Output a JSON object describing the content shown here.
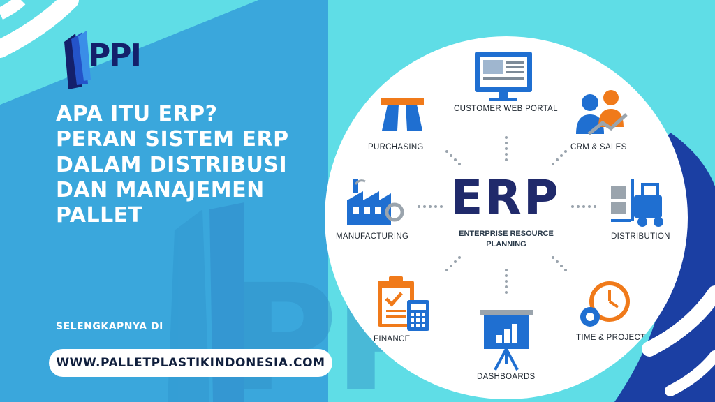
{
  "brand": {
    "logo_text": "PPI",
    "watermark_text": "PPI"
  },
  "headline": {
    "lines": [
      "APA ITU ERP?",
      "PERAN SISTEM ERP",
      "DALAM DISTRIBUSI",
      "DAN MANAJEMEN",
      "PALLET"
    ]
  },
  "cta": {
    "label": "SELENGKAPNYA DI",
    "url": "WWW.PALLETPLASTIKINDONESIA.COM"
  },
  "diagram": {
    "center_title": "ERP",
    "center_subtitle_line1": "ENTERPRISE RESOURCE",
    "center_subtitle_line2": "PLANNING",
    "modules": {
      "customer_web_portal": "CUSTOMER WEB PORTAL",
      "purchasing": "PURCHASING",
      "crm_sales": "CRM & SALES",
      "manufacturing": "MANUFACTURING",
      "distribution": "DISTRIBUTION",
      "finance": "FINANCE",
      "dashboards": "DASHBOARDS",
      "time_projects": "TIME & PROJECTS"
    }
  },
  "colors": {
    "background": "#5fdde6",
    "panel_blue": "#3aa0d8",
    "navy": "#14206b",
    "erp_navy": "#202a6b",
    "icon_blue": "#1f6fd1",
    "icon_orange": "#f07a1a"
  }
}
